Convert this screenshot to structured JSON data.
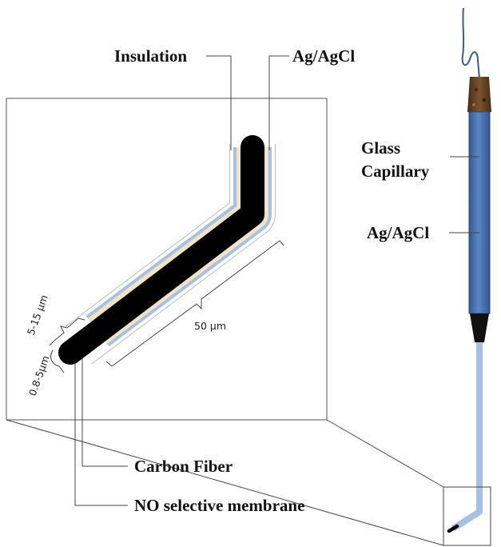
{
  "labels": {
    "insulation": "Insulation",
    "ag_agcl_top": "Ag/AgCl",
    "glass_capillary_line1": "Glass",
    "glass_capillary_line2": "Capillary",
    "ag_agcl_side": "Ag/AgCl",
    "carbon_fiber": "Carbon Fiber",
    "no_membrane": "NO selective membrane"
  },
  "dimensions": {
    "outer_thickness": "5-15 µm",
    "tip_diameter": "0.8-5µm",
    "length": "50 µm"
  },
  "colors": {
    "carbon_fiber": "#000000",
    "insulation": "#f1e3c6",
    "ag_agcl_coating": "#a7c1e2",
    "glass_capillary": "#4a76b8",
    "cork": "#6b4423",
    "wire": "#3b5e8e",
    "outline": "#555555"
  }
}
